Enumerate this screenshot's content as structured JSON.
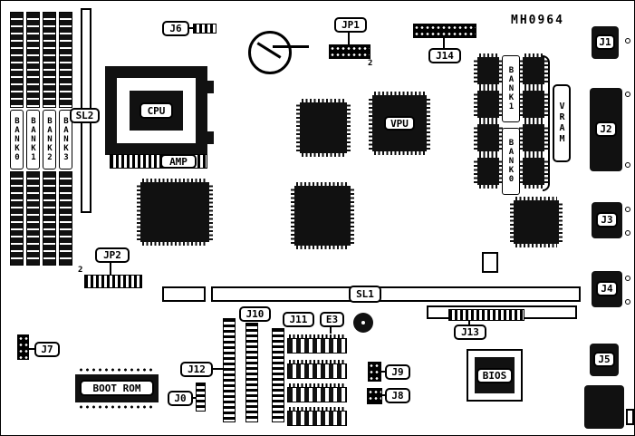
{
  "board": {
    "part_number": "MH0964"
  },
  "memory": {
    "slot_label": "SL2",
    "banks": [
      {
        "label": "BANK0"
      },
      {
        "label": "BANK1"
      },
      {
        "label": "BANK2"
      },
      {
        "label": "BANK3"
      }
    ]
  },
  "cpu": {
    "label": "CPU",
    "amp_label": "AMP"
  },
  "video": {
    "vpu_label": "VPU",
    "vram_label": "VRAM",
    "vram_bank1_label": "BANK1",
    "vram_bank0_label": "BANK0"
  },
  "firmware": {
    "bios_label": "BIOS",
    "boot_rom_label": "BOOT ROM"
  },
  "slots": {
    "sl1_label": "SL1"
  },
  "jumpers": {
    "jp1_label": "JP1",
    "jp1_pin": "2",
    "jp2_label": "JP2",
    "jp2_pin": "2",
    "e3_label": "E3"
  },
  "connectors": {
    "j0": "J0",
    "j1": "J1",
    "j2": "J2",
    "j3": "J3",
    "j4": "J4",
    "j5": "J5",
    "j6": "J6",
    "j7": "J7",
    "j8": "J8",
    "j9": "J9",
    "j10": "J10",
    "j11": "J11",
    "j12": "J12",
    "j13": "J13",
    "j14": "J14"
  }
}
